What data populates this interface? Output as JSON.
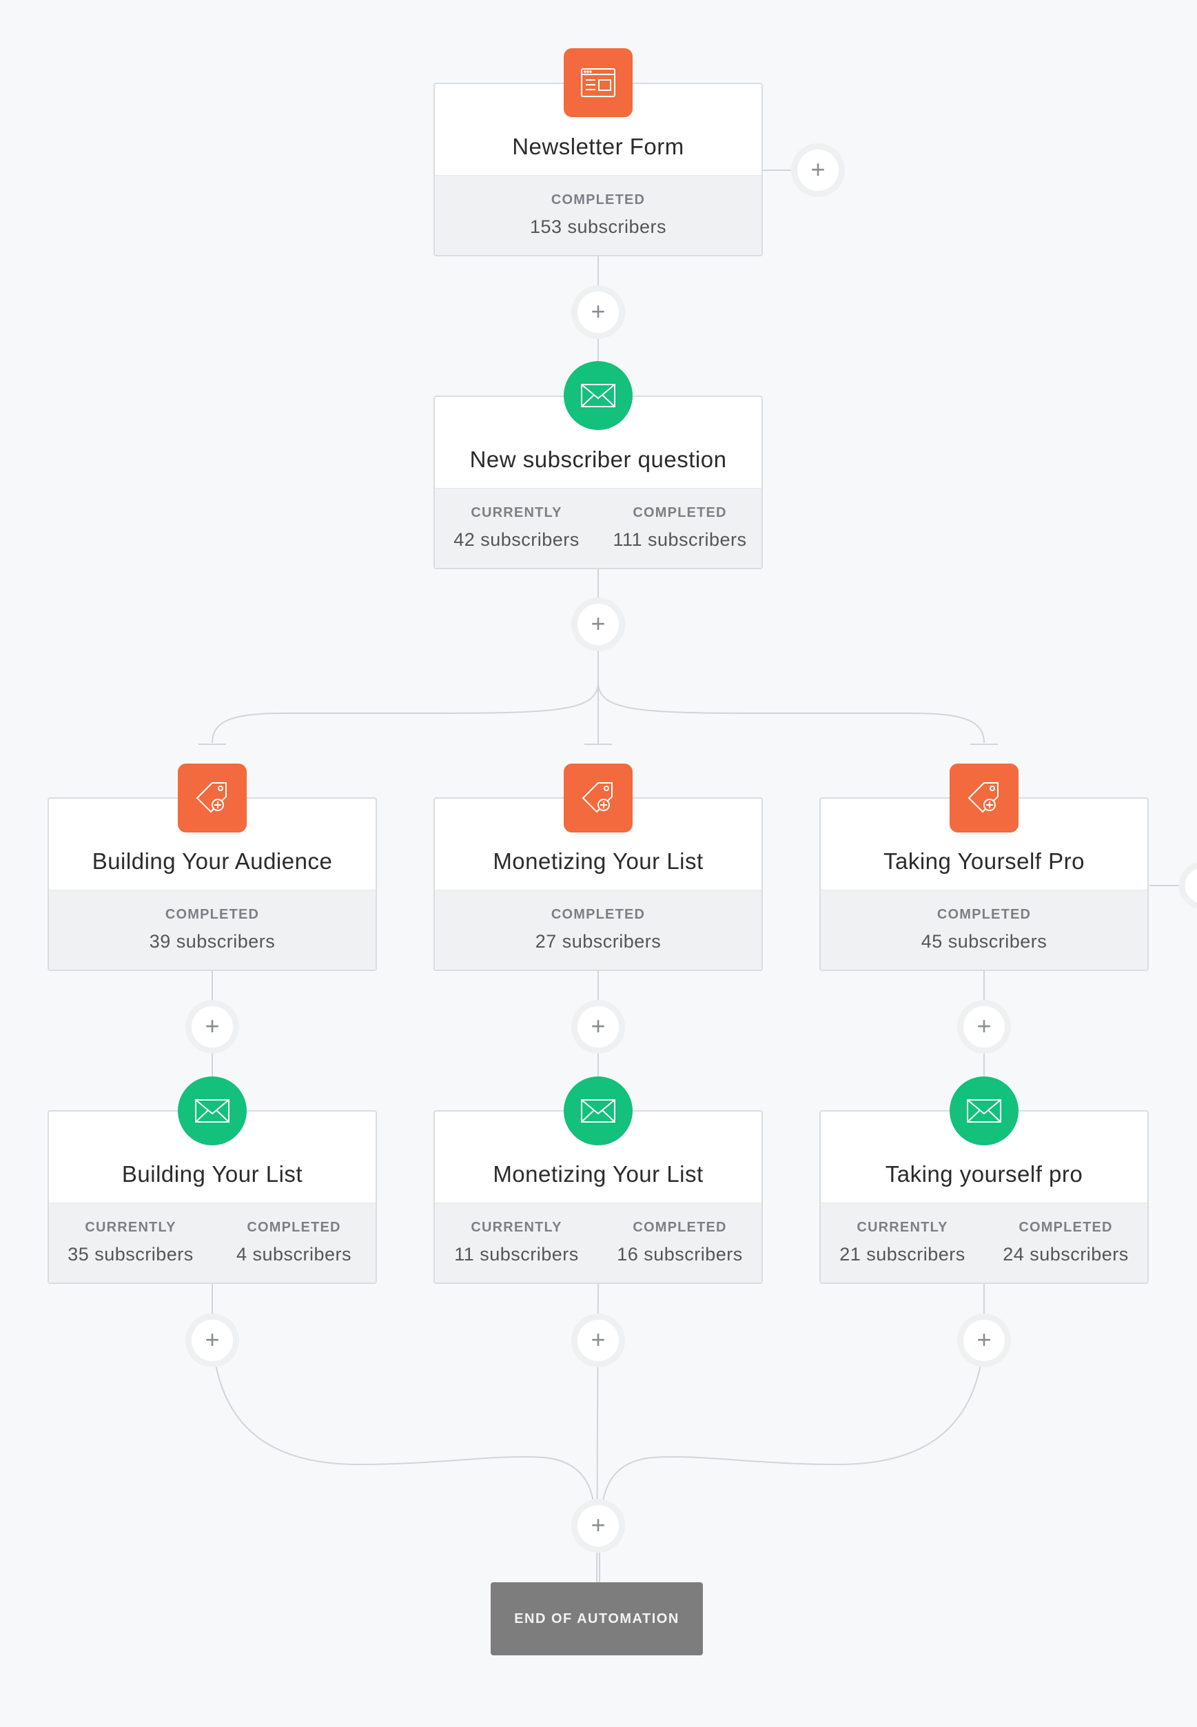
{
  "colors": {
    "background": "#f7f8fa",
    "trigger_orange": "#f26a3d",
    "email_green": "#13c07c",
    "end_gray": "#7d7d7d",
    "connector": "#d2d4d8"
  },
  "nodes": [
    {
      "id": "newsletter-form",
      "icon": "form-window-icon",
      "title": "Newsletter Form",
      "stats": [
        {
          "label": "COMPLETED",
          "value": "153 subscribers"
        }
      ]
    },
    {
      "id": "new-subscriber-question",
      "icon": "envelope-icon",
      "title": "New subscriber question",
      "stats": [
        {
          "label": "CURRENTLY",
          "value": "42 subscribers"
        },
        {
          "label": "COMPLETED",
          "value": "111 subscribers"
        }
      ]
    },
    {
      "id": "building-your-audience",
      "icon": "tag-icon",
      "title": "Building Your Audience",
      "stats": [
        {
          "label": "COMPLETED",
          "value": "39 subscribers"
        }
      ]
    },
    {
      "id": "monetizing-your-list-tag",
      "icon": "tag-icon",
      "title": "Monetizing Your List",
      "stats": [
        {
          "label": "COMPLETED",
          "value": "27 subscribers"
        }
      ]
    },
    {
      "id": "taking-yourself-pro-tag",
      "icon": "tag-icon",
      "title": "Taking Yourself Pro",
      "stats": [
        {
          "label": "COMPLETED",
          "value": "45 subscribers"
        }
      ]
    },
    {
      "id": "building-your-list",
      "icon": "envelope-icon",
      "title": "Building Your List",
      "stats": [
        {
          "label": "CURRENTLY",
          "value": "35 subscribers"
        },
        {
          "label": "COMPLETED",
          "value": "4 subscribers"
        }
      ]
    },
    {
      "id": "monetizing-your-list-email",
      "icon": "envelope-icon",
      "title": "Monetizing Your List",
      "stats": [
        {
          "label": "CURRENTLY",
          "value": "11 subscribers"
        },
        {
          "label": "COMPLETED",
          "value": "16 subscribers"
        }
      ]
    },
    {
      "id": "taking-yourself-pro-email",
      "icon": "envelope-icon",
      "title": "Taking yourself pro",
      "stats": [
        {
          "label": "CURRENTLY",
          "value": "21 subscribers"
        },
        {
          "label": "COMPLETED",
          "value": "24 subscribers"
        }
      ]
    }
  ],
  "add_step_symbol": "+",
  "end_label": "END OF AUTOMATION"
}
